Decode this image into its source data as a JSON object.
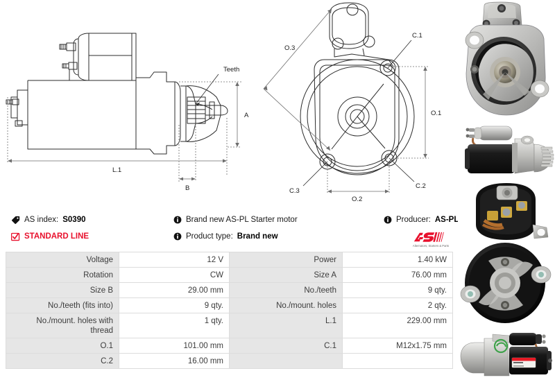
{
  "product": {
    "as_index_label": "AS index:",
    "as_index_value": "S0390",
    "line_badge": "STANDARD LINE",
    "description": "Brand new AS-PL Starter motor",
    "product_type_label": "Product type:",
    "product_type_value": "Brand new",
    "producer_label": "Producer:",
    "producer_value": "AS-PL"
  },
  "brand": {
    "logo_text": "AS",
    "logo_tagline": "Alternators, Starters & Parts",
    "logo_color": "#e8112d"
  },
  "colors": {
    "accent_red": "#e8112d",
    "table_key_bg": "#e6e6e6",
    "table_border": "#e0e0e0",
    "text": "#3c3c3c"
  },
  "drawings": {
    "side_view": {
      "labels": [
        "Teeth",
        "A",
        "L.1",
        "B"
      ]
    },
    "front_view": {
      "labels": [
        "O.3",
        "C.1",
        "O.1",
        "C.2",
        "C.3",
        "O.2"
      ]
    }
  },
  "spec_table": {
    "rows": [
      {
        "k1": "Voltage",
        "v1": "12 V",
        "k2": "Power",
        "v2": "1.40 kW"
      },
      {
        "k1": "Rotation",
        "v1": "CW",
        "k2": "Size A",
        "v2": "76.00 mm"
      },
      {
        "k1": "Size B",
        "v1": "29.00 mm",
        "k2": "No./teeth",
        "v2": "9 qty."
      },
      {
        "k1": "No./teeth (fits into)",
        "v1": "9 qty.",
        "k2": "No./mount. holes",
        "v2": "2 qty."
      },
      {
        "k1": "No./mount. holes with thread",
        "v1": "1 qty.",
        "k2": "L.1",
        "v2": "229.00 mm"
      },
      {
        "k1": "O.1",
        "v1": "101.00 mm",
        "k2": "C.1",
        "v2": "M12x1.75 mm"
      },
      {
        "k1": "C.2",
        "v1": "16.00 mm",
        "k2": "",
        "v2": ""
      }
    ]
  },
  "photos": {
    "items": [
      {
        "name": "starter-drive-end-front-view"
      },
      {
        "name": "starter-side-view-solenoid"
      },
      {
        "name": "starter-commutator-end-view"
      },
      {
        "name": "starter-full-side-view-with-label"
      }
    ]
  }
}
